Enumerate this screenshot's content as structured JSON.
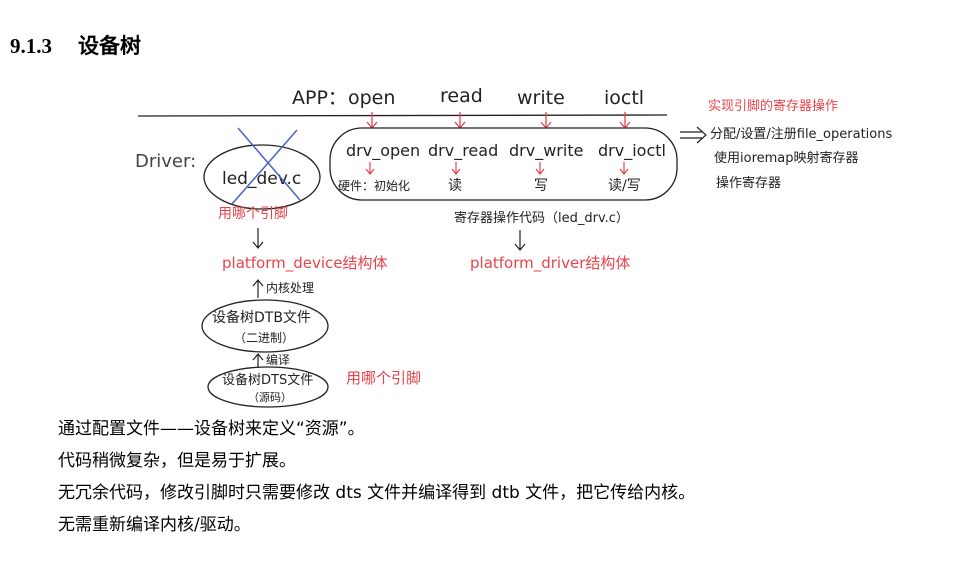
{
  "section": {
    "number": "9.1.3",
    "title": "设备树"
  },
  "diagram": {
    "app_label": "APP：",
    "app_calls": [
      "open",
      "read",
      "write",
      "ioctl"
    ],
    "driver_label": "Driver:",
    "led_dev": "led_dev.c",
    "led_dev_note": "用哪个引脚",
    "platform_device": "platform_device结构体",
    "kernel_parse": "内核处理",
    "dtb_file": "设备树DTB文件",
    "dtb_sub": "（二进制）",
    "compile": "编译",
    "dts_file": "设备树DTS文件",
    "dts_sub": "（源码）",
    "dts_note": "用哪个引脚",
    "drv_funcs": [
      "drv_open",
      "drv_read",
      "drv_write",
      "drv_ioctl"
    ],
    "hw_row": [
      "硬件：初始化",
      "读",
      "写",
      "读/写"
    ],
    "right_note_1": "实现引脚的寄存器操作",
    "right_note_2": "分配/设置/注册file_operations",
    "right_note_3": "使用ioremap映射寄存器",
    "right_note_4": "操作寄存器",
    "reg_code": "寄存器操作代码（led_drv.c）",
    "platform_driver": "platform_driver结构体",
    "colors": {
      "ink": "#222222",
      "red": "#e8434b"
    }
  },
  "paragraphs": [
    "通过配置文件——设备树来定义“资源”。",
    "代码稍微复杂，但是易于扩展。",
    "无冗余代码，修改引脚时只需要修改 dts 文件并编译得到 dtb 文件，把它传给内核。",
    "无需重新编译内核/驱动。"
  ]
}
